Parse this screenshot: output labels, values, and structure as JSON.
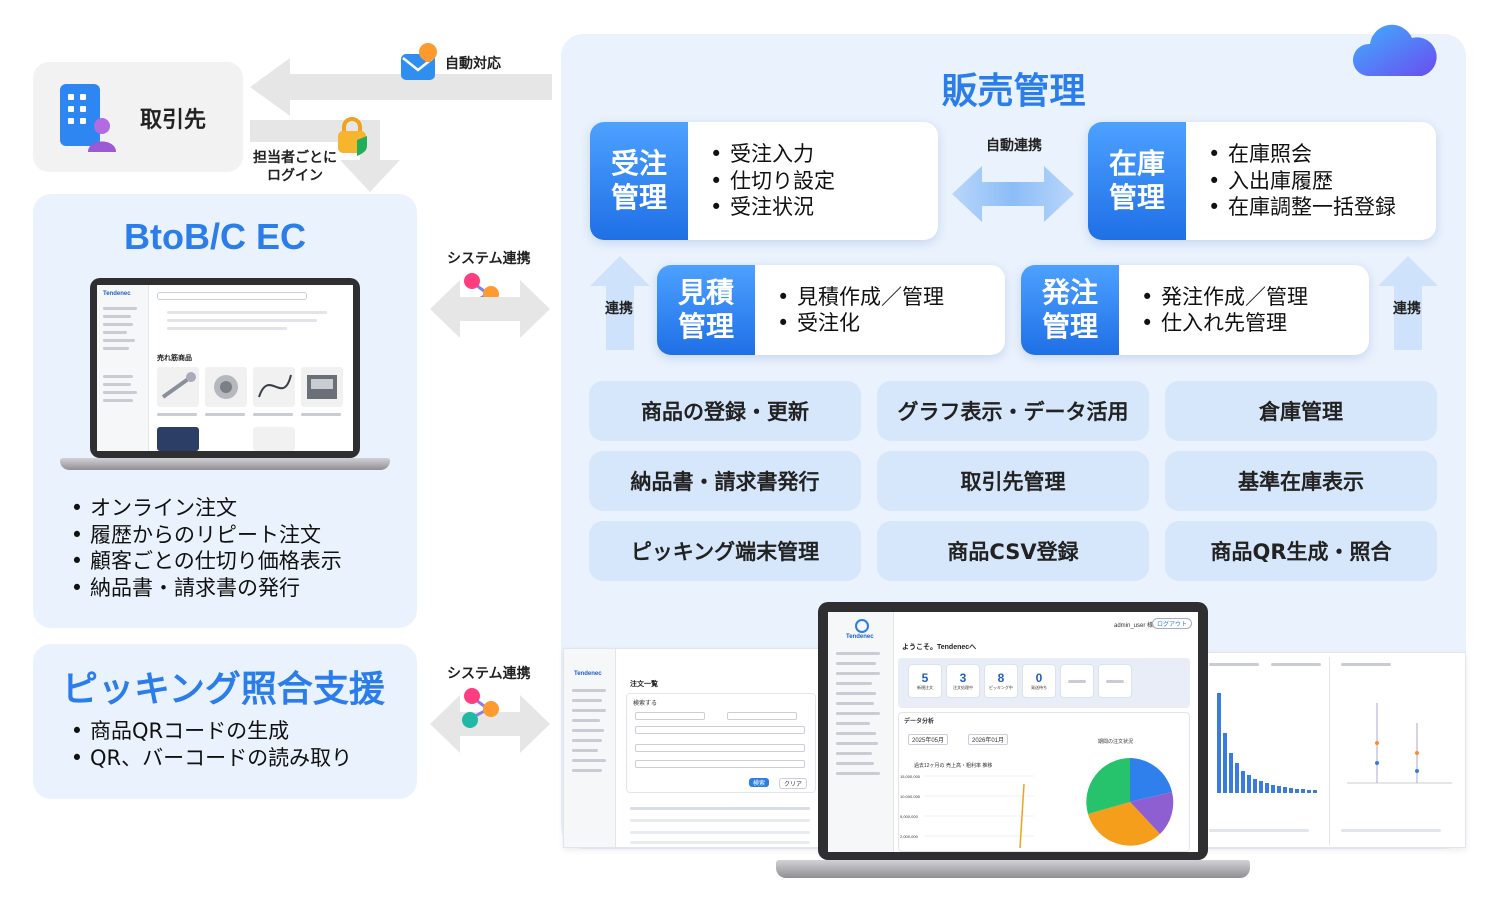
{
  "partner": {
    "label": "取引先",
    "auto_label": "自動対応",
    "login_label_line1": "担当者ごとに",
    "login_label_line2": "ログイン"
  },
  "ec": {
    "title": "BtoB/C EC",
    "bullets": [
      "オンライン注文",
      "履歴からのリピート注文",
      "顧客ごとの仕切り価格表示",
      "納品書・請求書の発行"
    ],
    "screen": {
      "section": "売れ筋商品",
      "brand": "Tendenec"
    }
  },
  "picking": {
    "title": "ピッキング照合支援",
    "bullets": [
      "商品QRコードの生成",
      "QR、バーコードの読み取り"
    ]
  },
  "links": {
    "system_link_1": "システム連携",
    "system_link_2": "システム連携",
    "auto_link": "自動連携",
    "link_left": "連携",
    "link_right": "連携"
  },
  "sales": {
    "title": "販売管理",
    "cards": [
      {
        "tag": "受注管理",
        "items": [
          "受注入力",
          "仕切り設定",
          "受注状況"
        ]
      },
      {
        "tag": "在庫管理",
        "items": [
          "在庫照会",
          "入出庫履歴",
          "在庫調整一括登録"
        ]
      },
      {
        "tag": "見積管理",
        "items": [
          "見積作成／管理",
          "受注化"
        ]
      },
      {
        "tag": "発注管理",
        "items": [
          "発注作成／管理",
          "仕入れ先管理"
        ]
      }
    ],
    "features": [
      "商品の登録・更新",
      "グラフ表示・データ活用",
      "倉庫管理",
      "納品書・請求書発行",
      "取引先管理",
      "基準在庫表示",
      "ピッキング端末管理",
      "商品CSV登録",
      "商品QR生成・照合"
    ]
  },
  "dashboard": {
    "brand": "Tendenec",
    "welcome": "ようこそ。Tendenecへ",
    "user": "admin_user 様",
    "logout": "ログアウト",
    "stats": [
      {
        "value": "5",
        "label": "新規注文"
      },
      {
        "value": "3",
        "label": "注文処理中"
      },
      {
        "value": "8",
        "label": "ピッキング中"
      },
      {
        "value": "0",
        "label": "発送待ち"
      }
    ],
    "section": "データ分析",
    "date_from": "2025年05月",
    "date_to": "2026年01月",
    "chart_caption": "過去12ヶ月の 売上高・粗利率 推移",
    "pie_caption": "期間の注文状況",
    "y_ticks": [
      "15,000,000",
      "10,000,000",
      "5,000,000",
      "2,000,000"
    ]
  },
  "order_list": {
    "title": "注文一覧",
    "search": "検索する",
    "search_button": "検索",
    "clear_button": "クリア"
  },
  "colors": {
    "accent": "#2b7de9",
    "panel": "#eaf2fd",
    "feature": "#d6e6fb"
  }
}
